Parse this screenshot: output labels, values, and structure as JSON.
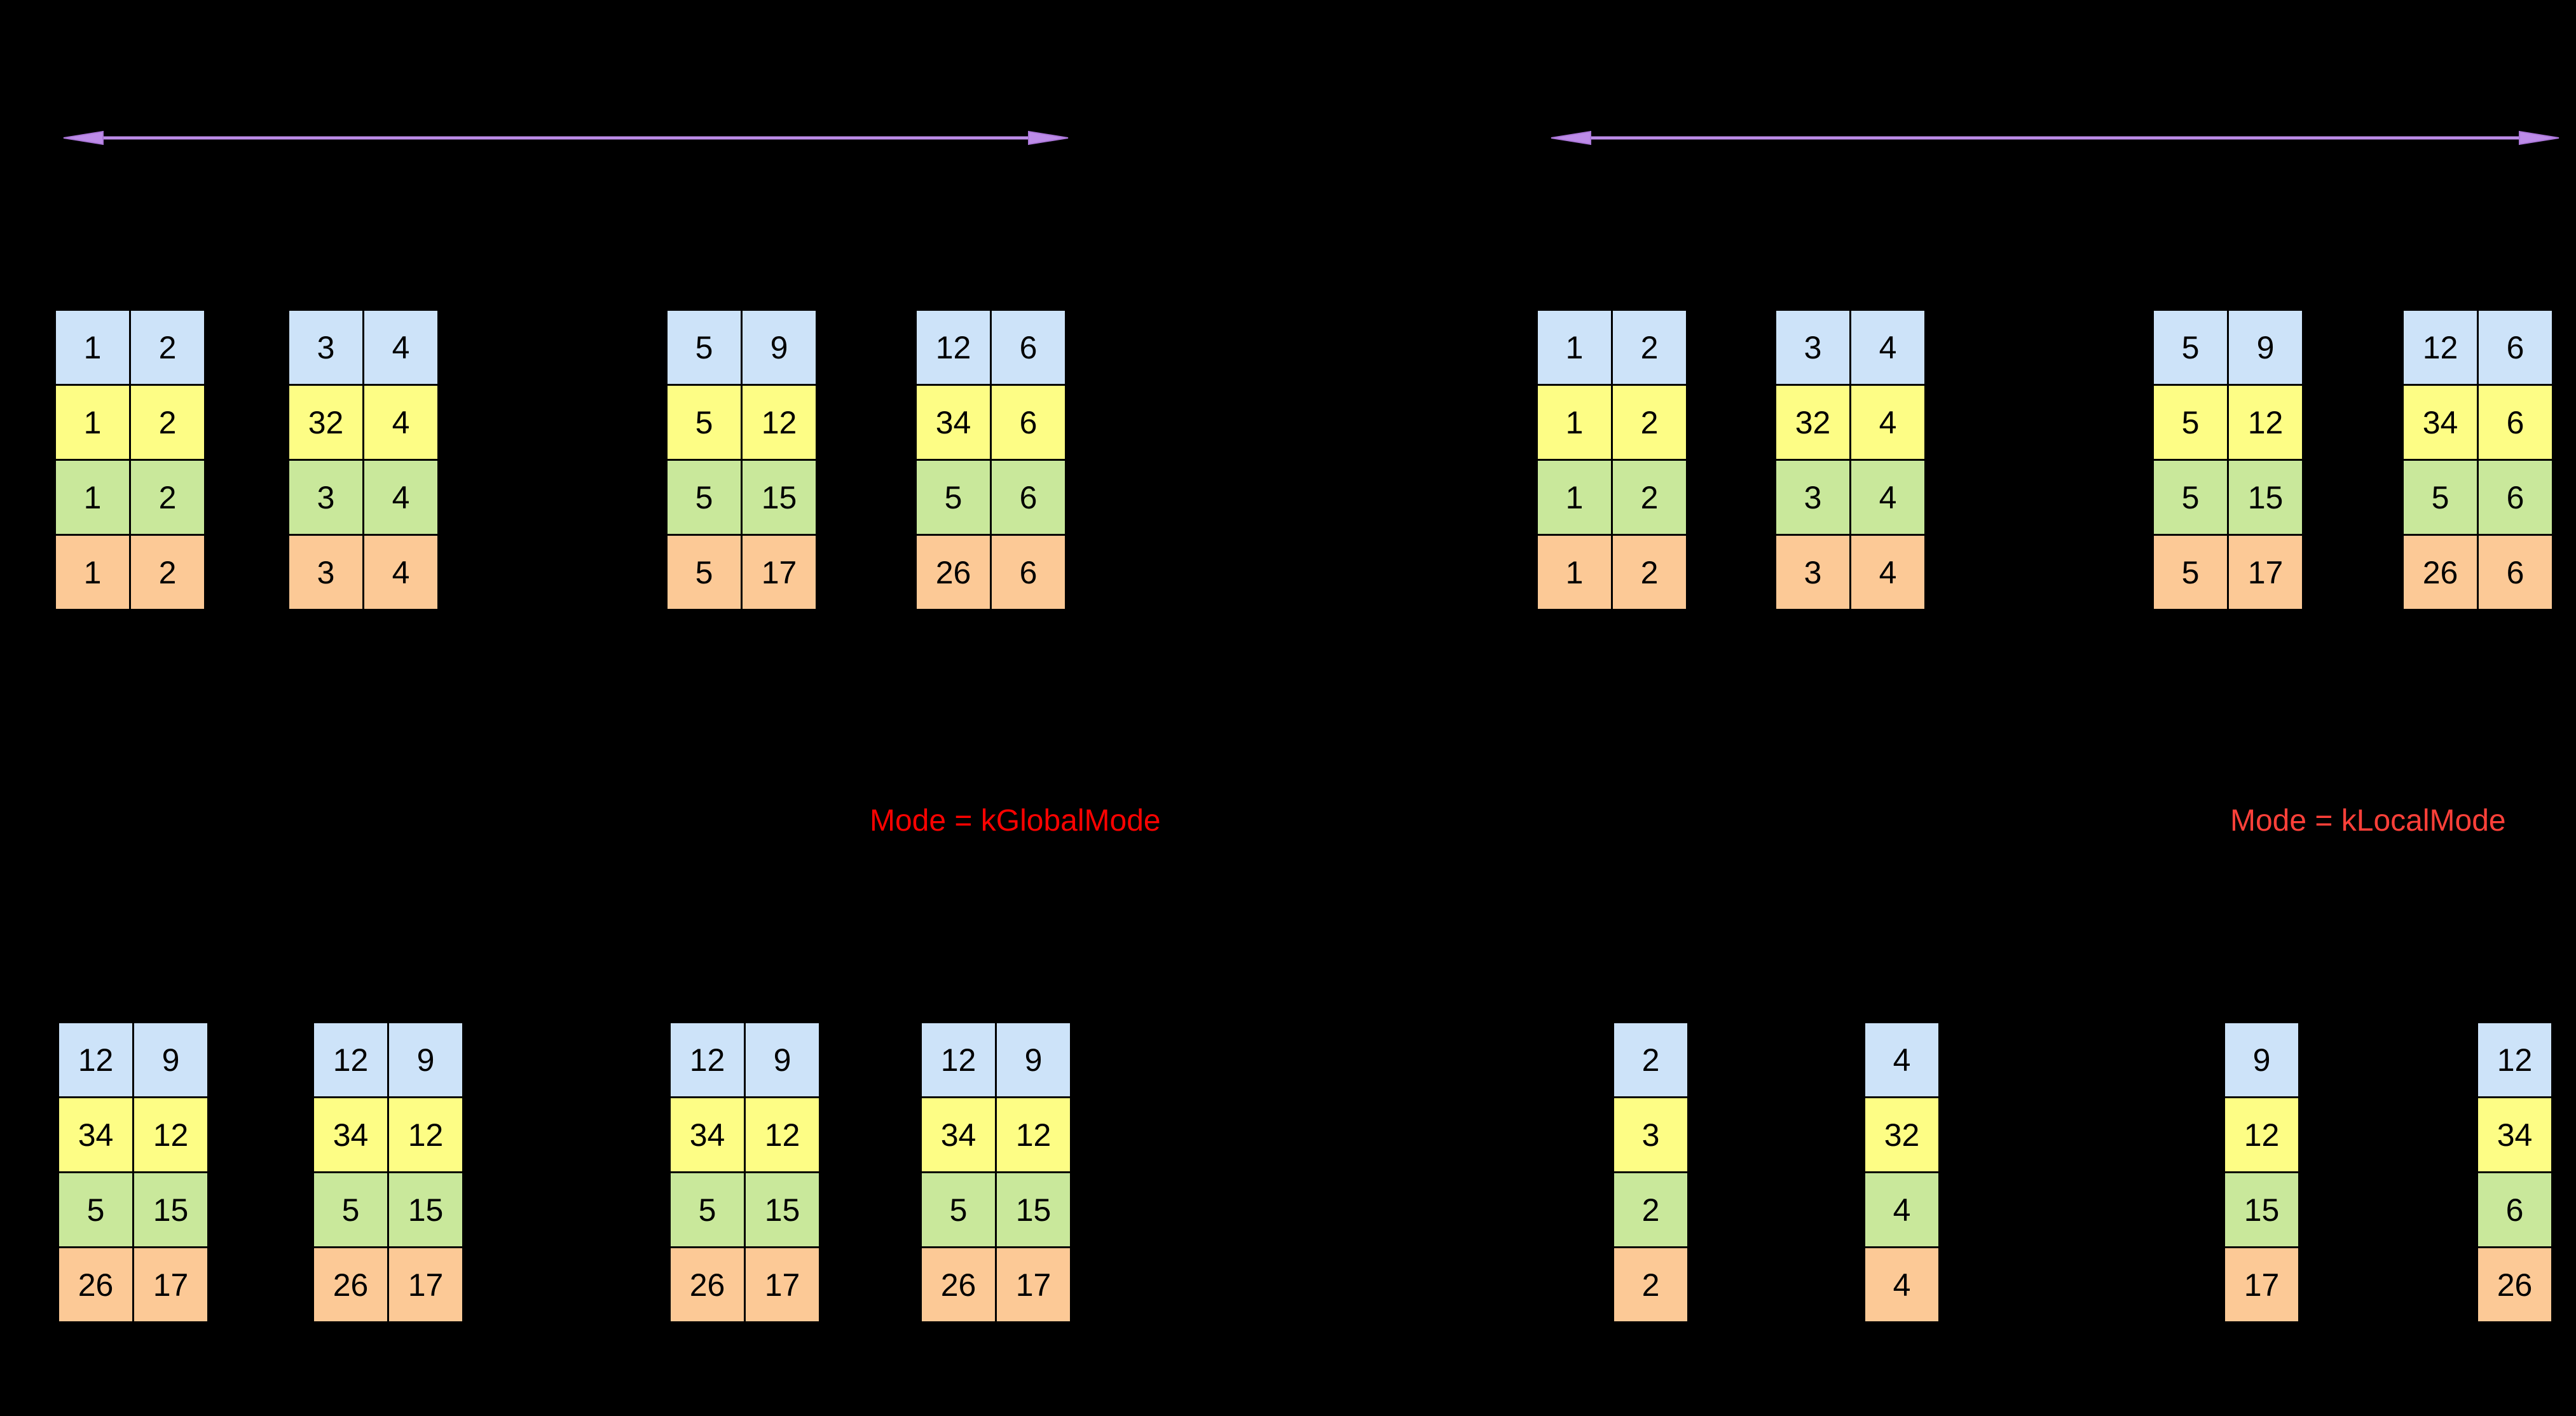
{
  "labels": {
    "global_mode": "Mode = kGlobalMode",
    "local_mode": "Mode = kLocalMode"
  },
  "icons": {
    "top_left_arrow": "double-headed-horizontal-arrow",
    "top_right_arrow": "double-headed-horizontal-arrow"
  },
  "colors": {
    "background": "#000000",
    "arrow_fill": "#bd8ce8",
    "arrow_stroke": "#ab77d9",
    "global_mode_text": "#fb0200",
    "local_mode_text": "#ff4039",
    "table_border": "#000000",
    "cell_text": "#000000",
    "row_blue": "#cde3f9",
    "row_yellow": "#fdfd85",
    "row_green": "#c9e89b",
    "row_orange": "#fcc996"
  },
  "row_color_order": [
    "row_blue",
    "row_yellow",
    "row_green",
    "row_orange"
  ],
  "tables": {
    "top_left": [
      {
        "columns": 2,
        "rows": [
          [
            "1",
            "2"
          ],
          [
            "1",
            "2"
          ],
          [
            "1",
            "2"
          ],
          [
            "1",
            "2"
          ]
        ]
      },
      {
        "columns": 2,
        "rows": [
          [
            "3",
            "4"
          ],
          [
            "32",
            "4"
          ],
          [
            "3",
            "4"
          ],
          [
            "3",
            "4"
          ]
        ]
      },
      {
        "columns": 2,
        "rows": [
          [
            "5",
            "9"
          ],
          [
            "5",
            "12"
          ],
          [
            "5",
            "15"
          ],
          [
            "5",
            "17"
          ]
        ]
      },
      {
        "columns": 2,
        "rows": [
          [
            "12",
            "6"
          ],
          [
            "34",
            "6"
          ],
          [
            "5",
            "6"
          ],
          [
            "26",
            "6"
          ]
        ]
      }
    ],
    "top_right": [
      {
        "columns": 2,
        "rows": [
          [
            "1",
            "2"
          ],
          [
            "1",
            "2"
          ],
          [
            "1",
            "2"
          ],
          [
            "1",
            "2"
          ]
        ]
      },
      {
        "columns": 2,
        "rows": [
          [
            "3",
            "4"
          ],
          [
            "32",
            "4"
          ],
          [
            "3",
            "4"
          ],
          [
            "3",
            "4"
          ]
        ]
      },
      {
        "columns": 2,
        "rows": [
          [
            "5",
            "9"
          ],
          [
            "5",
            "12"
          ],
          [
            "5",
            "15"
          ],
          [
            "5",
            "17"
          ]
        ]
      },
      {
        "columns": 2,
        "rows": [
          [
            "12",
            "6"
          ],
          [
            "34",
            "6"
          ],
          [
            "5",
            "6"
          ],
          [
            "26",
            "6"
          ]
        ]
      }
    ],
    "bottom_left": [
      {
        "columns": 2,
        "rows": [
          [
            "12",
            "9"
          ],
          [
            "34",
            "12"
          ],
          [
            "5",
            "15"
          ],
          [
            "26",
            "17"
          ]
        ]
      },
      {
        "columns": 2,
        "rows": [
          [
            "12",
            "9"
          ],
          [
            "34",
            "12"
          ],
          [
            "5",
            "15"
          ],
          [
            "26",
            "17"
          ]
        ]
      },
      {
        "columns": 2,
        "rows": [
          [
            "12",
            "9"
          ],
          [
            "34",
            "12"
          ],
          [
            "5",
            "15"
          ],
          [
            "26",
            "17"
          ]
        ]
      },
      {
        "columns": 2,
        "rows": [
          [
            "12",
            "9"
          ],
          [
            "34",
            "12"
          ],
          [
            "5",
            "15"
          ],
          [
            "26",
            "17"
          ]
        ]
      }
    ],
    "bottom_right": [
      {
        "columns": 1,
        "rows": [
          [
            "2"
          ],
          [
            "3"
          ],
          [
            "2"
          ],
          [
            "2"
          ]
        ]
      },
      {
        "columns": 1,
        "rows": [
          [
            "4"
          ],
          [
            "32"
          ],
          [
            "4"
          ],
          [
            "4"
          ]
        ]
      },
      {
        "columns": 1,
        "rows": [
          [
            "9"
          ],
          [
            "12"
          ],
          [
            "15"
          ],
          [
            "17"
          ]
        ]
      },
      {
        "columns": 1,
        "rows": [
          [
            "12"
          ],
          [
            "34"
          ],
          [
            "6"
          ],
          [
            "26"
          ]
        ]
      }
    ]
  }
}
